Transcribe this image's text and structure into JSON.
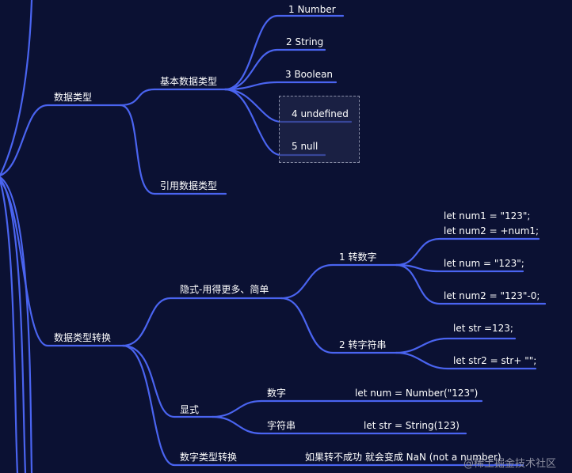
{
  "colors": {
    "background": "#0b1133",
    "branch": "#4a64f0",
    "text": "#ffffff"
  },
  "nodes": {
    "data_types": "数据类型",
    "primitive_types": "基本数据类型",
    "number": "1 Number",
    "string": "2 String",
    "boolean": "3 Boolean",
    "undefined": "4 undefined",
    "null": "5 null",
    "reference_types": "引用数据类型",
    "type_conversion": "数据类型转换",
    "implicit": "隐式-用得更多、简单",
    "to_number": "1 转数字",
    "code_num1": "let num1 = \"123\";",
    "code_num2_plus": "let num2 = +num1;",
    "code_num": "let num = \"123\";",
    "code_num2_minus": "let num2 = \"123\"-0;",
    "to_string": "2 转字符串",
    "code_str": "let str =123;",
    "code_str2": "let str2 = str+ \"\";",
    "explicit": "显式",
    "explicit_number": "数字",
    "code_number_fn": "let num = Number(\"123\")",
    "explicit_string": "字符串",
    "code_string_fn": "let str = String(123)",
    "number_conversion": "数字类型转换",
    "nan_note": "如果转不成功 就会变成 NaN  (not a  number)"
  },
  "watermark": "@稀土掘金技术社区"
}
